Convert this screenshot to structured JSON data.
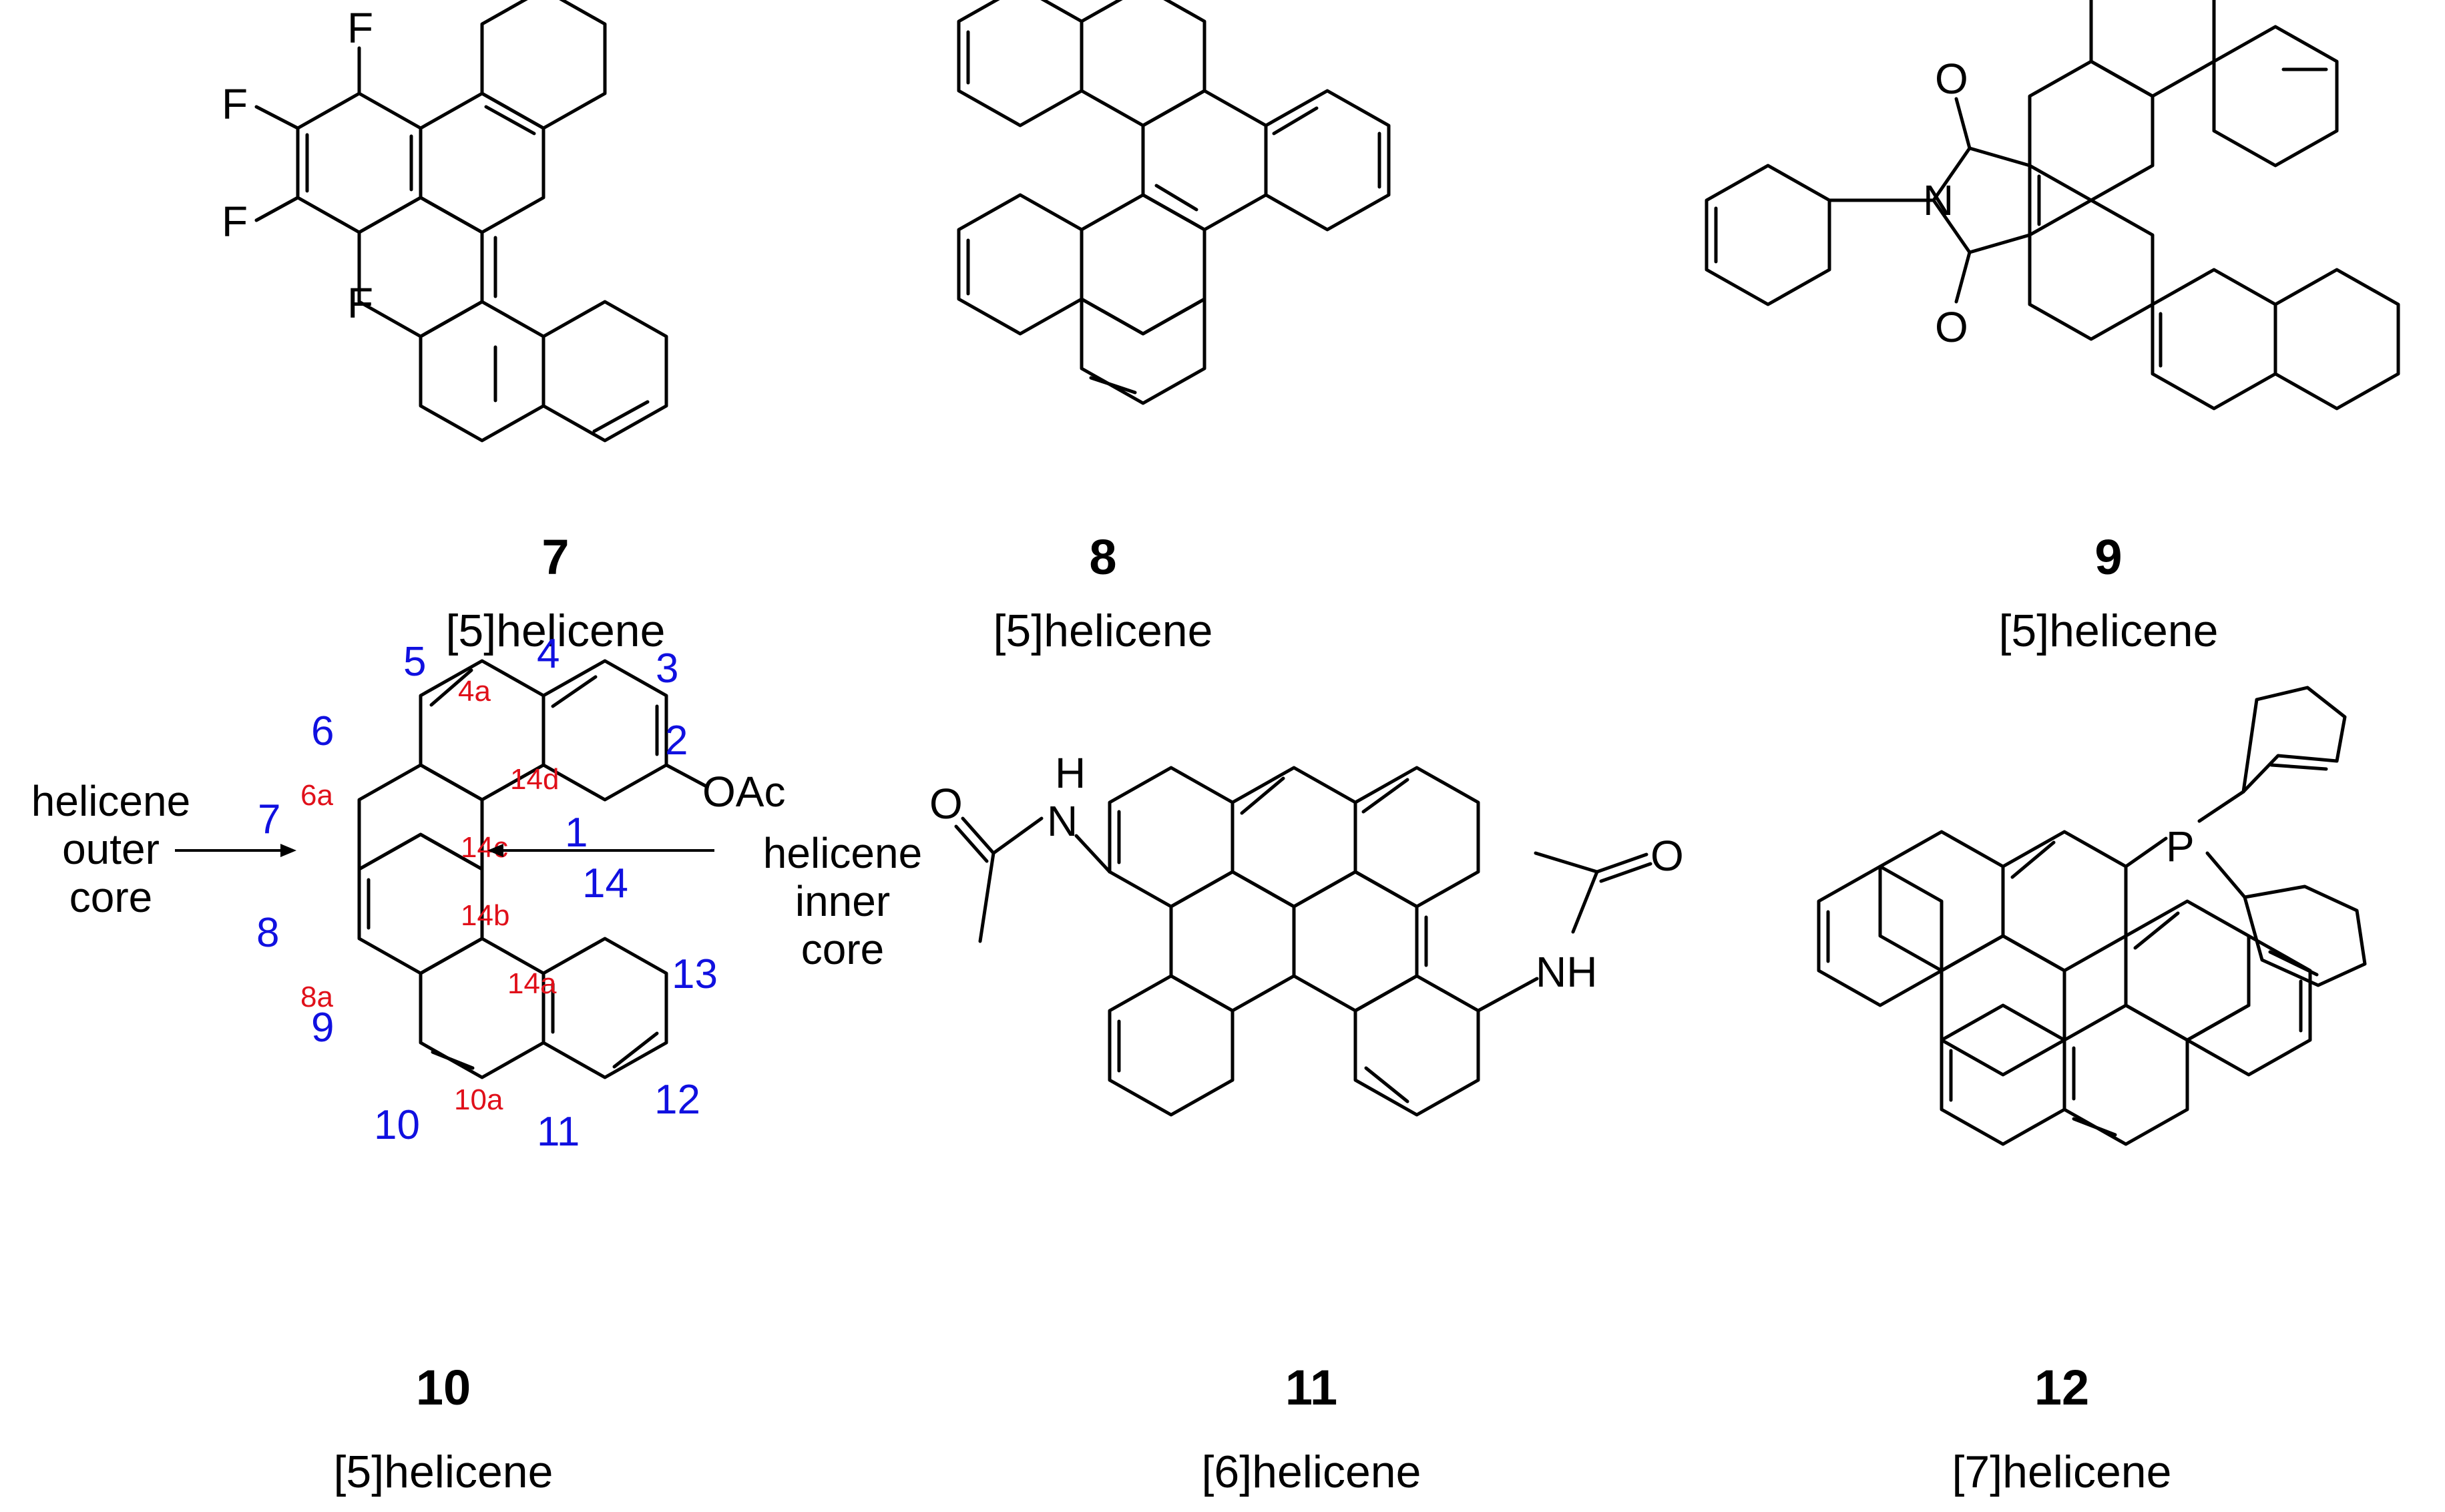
{
  "colors": {
    "locant": "#1010e0",
    "fusion_locant": "#e0101a",
    "ink": "#000000",
    "background": "#ffffff"
  },
  "compounds": [
    {
      "id": "7",
      "name": "[5]helicene",
      "substituents": [
        "F",
        "F",
        "F",
        "F"
      ]
    },
    {
      "id": "8",
      "name": "[5]helicene"
    },
    {
      "id": "9",
      "name": "[5]helicene",
      "atoms": [
        "O",
        "O",
        "N"
      ]
    },
    {
      "id": "10",
      "name": "[5]helicene",
      "substituent": "OAc"
    },
    {
      "id": "11",
      "name": "[6]helicene",
      "atoms": [
        "O",
        "H",
        "N",
        "O",
        "NH"
      ]
    },
    {
      "id": "12",
      "name": "[7]helicene",
      "atoms": [
        "P"
      ]
    }
  ],
  "numbering": {
    "blue": [
      "1",
      "2",
      "3",
      "4",
      "5",
      "6",
      "7",
      "8",
      "9",
      "10",
      "11",
      "12",
      "13",
      "14"
    ],
    "red": [
      "4a",
      "6a",
      "8a",
      "10a",
      "14a",
      "14b",
      "14c",
      "14d"
    ]
  },
  "annotations": {
    "outer_core": [
      "helicene",
      "outer",
      "core"
    ],
    "inner_core": [
      "helicene",
      "inner",
      "core"
    ]
  }
}
